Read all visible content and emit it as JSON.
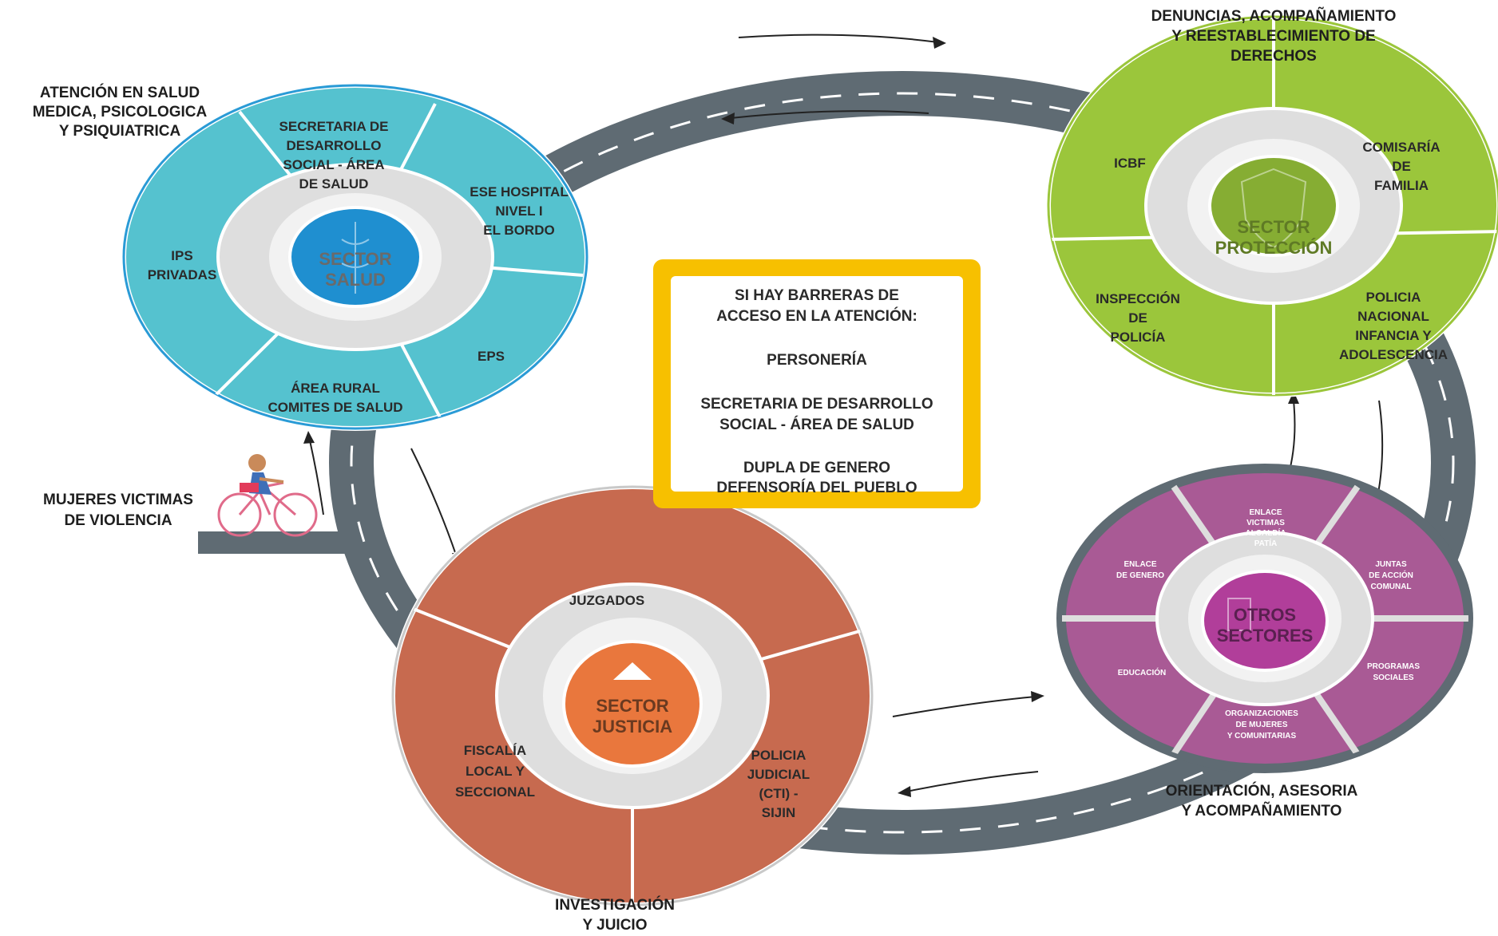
{
  "stage_labels": {
    "salud": [
      "ATENCIÓN EN SALUD",
      "MEDICA, PSICOLOGICA",
      "Y PSIQUIATRICA"
    ],
    "proteccion": [
      "DENUNCIAS, ACOMPAÑAMIENTO",
      "Y REESTABLECIMIENTO DE",
      "DERECHOS"
    ],
    "justicia": [
      "INVESTIGACIÓN",
      "Y JUICIO"
    ],
    "otros": [
      "ORIENTACIÓN, ASESORIA",
      "Y ACOMPAÑAMIENTO"
    ]
  },
  "start_label": [
    "MUJERES VICTIMAS",
    "DE VIOLENCIA"
  ],
  "center_box": {
    "lines": [
      "SI HAY BARRERAS DE",
      "ACCESO EN LA ATENCIÓN:",
      "",
      "PERSONERÍA",
      "",
      "SECRETARIA DE DESARROLLO",
      "SOCIAL - ÁREA DE SALUD",
      "",
      "DUPLA DE GENERO",
      "DEFENSORÍA DEL PUEBLO"
    ]
  },
  "sectors": {
    "salud": {
      "center": [
        "SECTOR",
        "SALUD"
      ],
      "segments": [
        [
          "SECRETARIA DE",
          "DESARROLLO",
          "SOCIAL - ÁREA",
          "DE SALUD"
        ],
        [
          "ESE HOSPITAL",
          "NIVEL I",
          "EL BORDO"
        ],
        [
          "EPS"
        ],
        [
          "ÁREA RURAL",
          "COMITES DE SALUD"
        ],
        [
          "IPS",
          "PRIVADAS"
        ]
      ]
    },
    "proteccion": {
      "center": [
        "SECTOR",
        "PROTECCIÓN"
      ],
      "segments": [
        [
          "ICBF"
        ],
        [
          "COMISARÍA",
          "DE",
          "FAMILIA"
        ],
        [
          "POLICIA",
          "NACIONAL",
          "INFANCIA Y",
          "ADOLESCENCIA"
        ],
        [
          "INSPECCIÓN",
          "DE",
          "POLICÍA"
        ]
      ]
    },
    "justicia": {
      "center": [
        "SECTOR",
        "JUSTICIA"
      ],
      "segments": [
        [
          "JUZGADOS"
        ],
        [
          "FISCALÍA",
          "LOCAL Y",
          "SECCIONAL"
        ],
        [
          "POLICIA",
          "JUDICIAL",
          "(CTI) -",
          "SIJIN"
        ]
      ]
    },
    "otros": {
      "center": [
        "OTROS",
        "SECTORES"
      ],
      "segments": [
        [
          "ENLACE",
          "VICTIMAS",
          "ALCALDÍA",
          "PATÍA"
        ],
        [
          "JUNTAS",
          "DE ACCIÓN",
          "COMUNAL"
        ],
        [
          "PROGRAMAS",
          "SOCIALES"
        ],
        [
          "ORGANIZACIONES",
          "DE MUJERES",
          "Y COMUNITARIAS"
        ],
        [
          "EDUCACIÓN"
        ],
        [
          "ENLACE",
          "DE GENERO"
        ]
      ]
    }
  },
  "colors": {
    "road": "#5f6b73",
    "salud": "#55c2cf",
    "salud_rim": "#2a9bd6",
    "salud_core": "#1f8fd0",
    "proteccion": "#9bc63b",
    "proteccion_core": "#86ad33",
    "justicia": "#c76a4f",
    "justicia_core": "#e9773d",
    "otros": "#a95a95",
    "otros_rim": "#5f6b73",
    "otros_core": "#b13e9a",
    "box_border": "#f7c000"
  }
}
